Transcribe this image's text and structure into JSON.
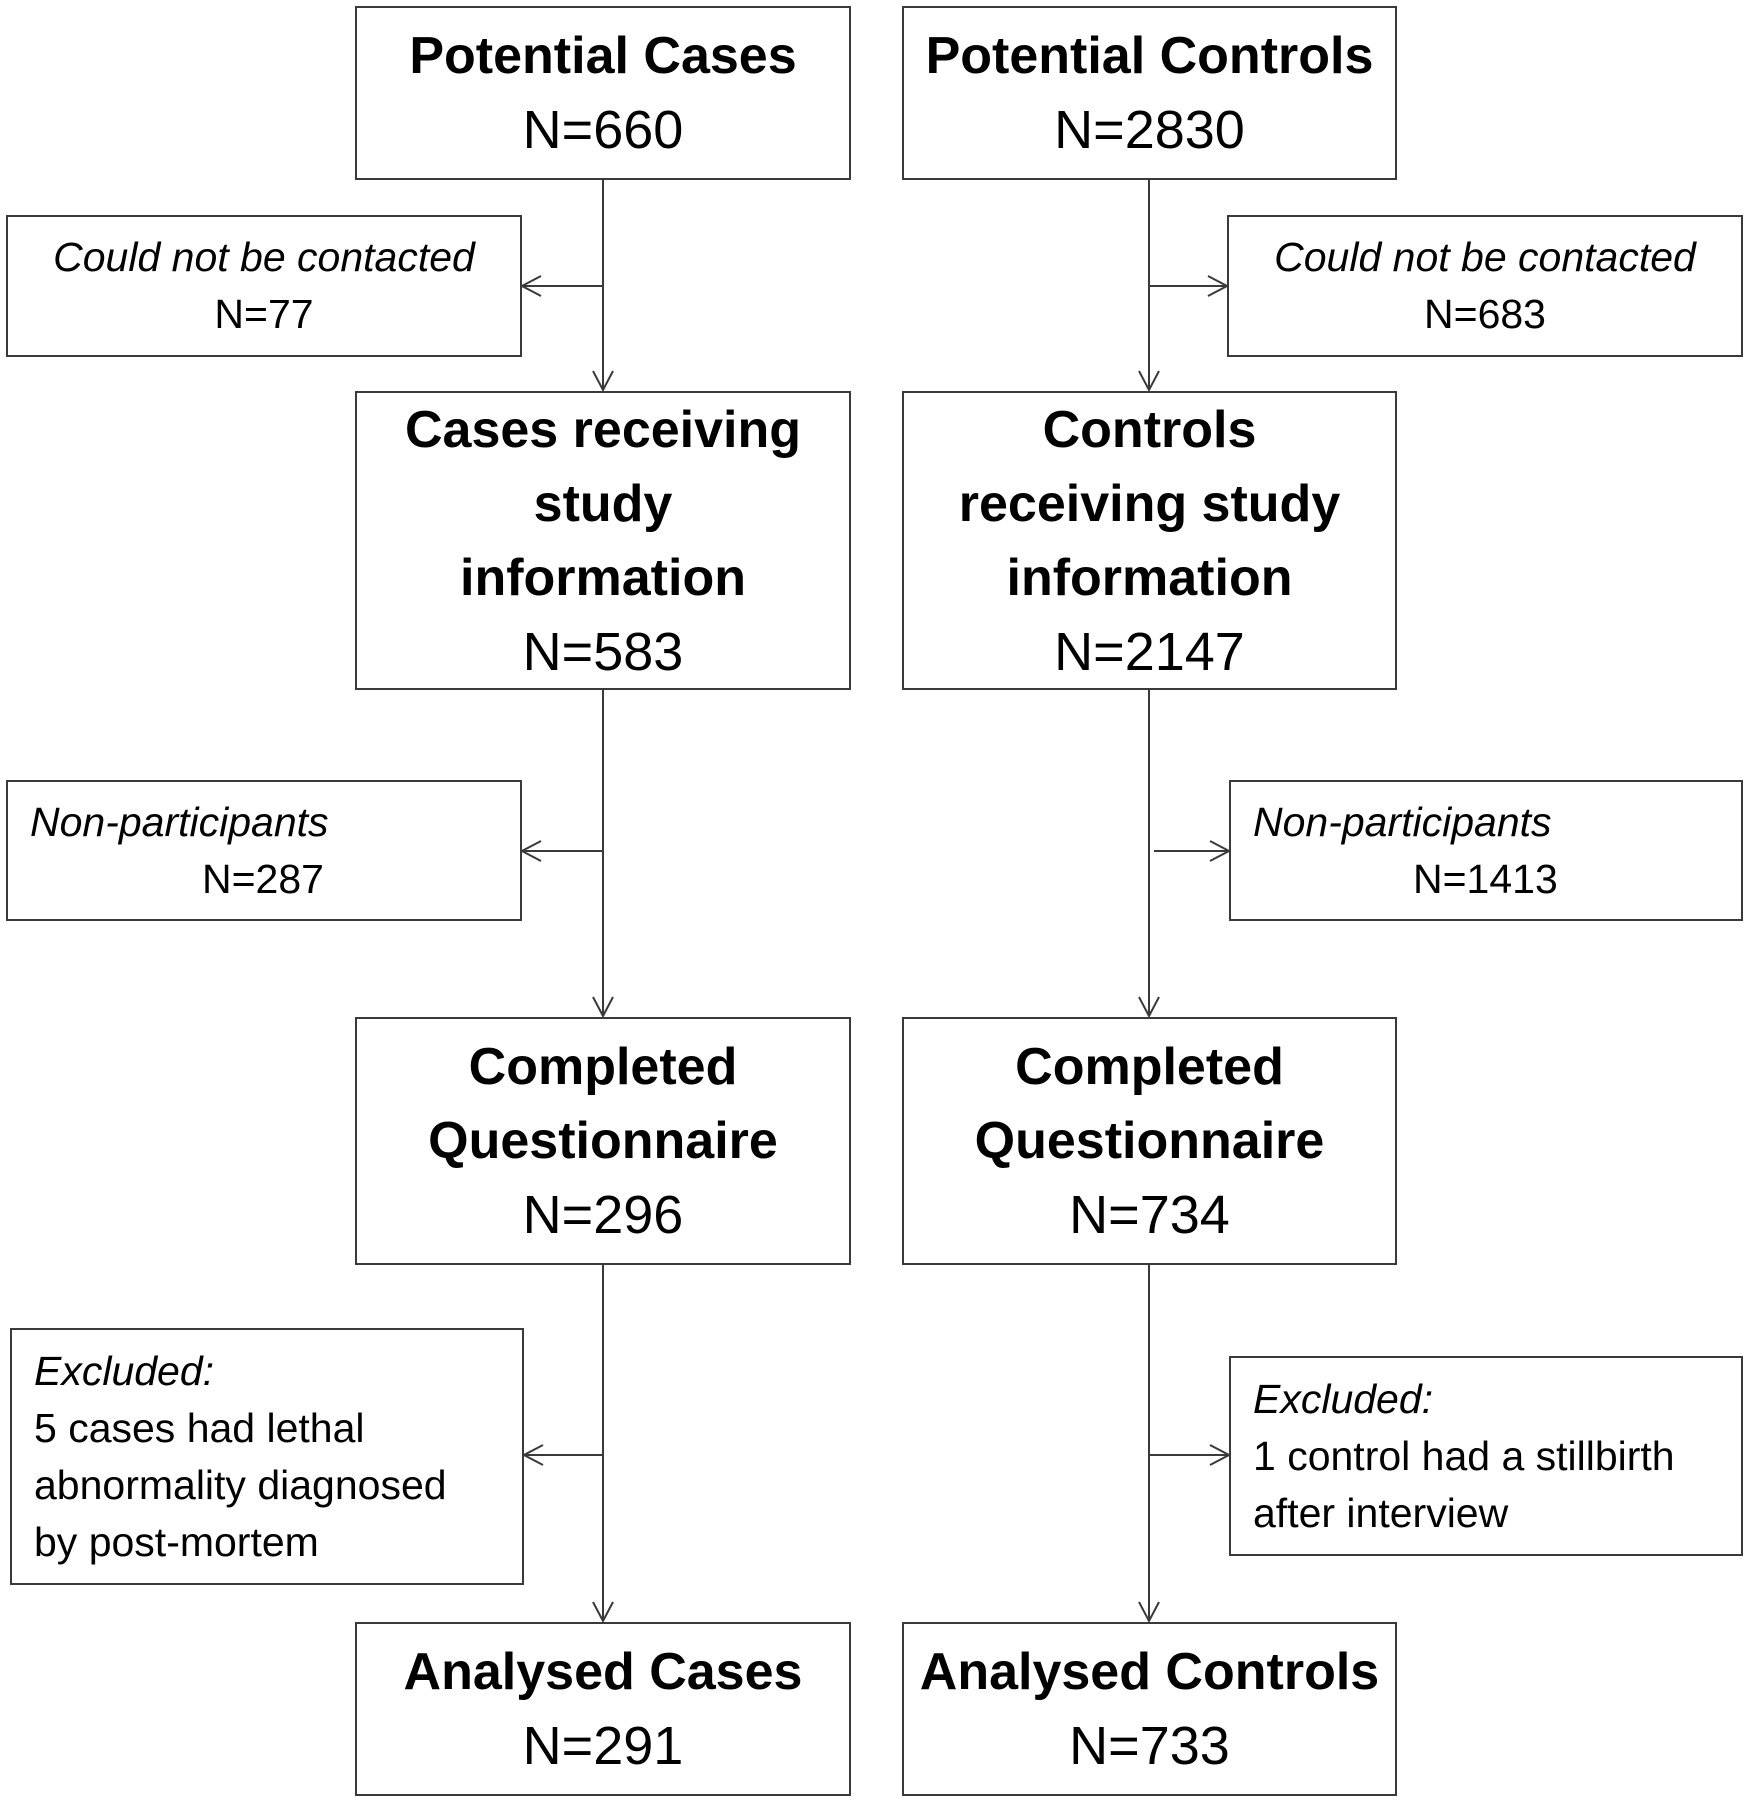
{
  "cases": {
    "potential": {
      "title": "Potential Cases",
      "n": "N=660"
    },
    "not_contacted": {
      "title": "Could not be contacted",
      "n": "N=77"
    },
    "receiving": {
      "title_lines": [
        "Cases receiving",
        "study",
        "information"
      ],
      "n": "N=583"
    },
    "non_participants": {
      "title": "Non-participants",
      "n": "N=287"
    },
    "completed": {
      "title_lines": [
        "Completed",
        "Questionnaire"
      ],
      "n": "N=296"
    },
    "excluded": {
      "title": "Excluded:",
      "detail_lines": [
        "5 cases had lethal",
        "abnormality diagnosed",
        "by post-mortem"
      ]
    },
    "analysed": {
      "title": "Analysed Cases",
      "n": "N=291"
    }
  },
  "controls": {
    "potential": {
      "title": "Potential Controls",
      "n": "N=2830"
    },
    "not_contacted": {
      "title": "Could not be contacted",
      "n": "N=683"
    },
    "receiving": {
      "title_lines": [
        "Controls",
        "receiving study",
        "information"
      ],
      "n": "N=2147"
    },
    "non_participants": {
      "title": "Non-participants",
      "n": "N=1413"
    },
    "completed": {
      "title_lines": [
        "Completed",
        "Questionnaire"
      ],
      "n": "N=734"
    },
    "excluded": {
      "title": "Excluded:",
      "detail_lines": [
        "1 control had a stillbirth",
        "after interview"
      ]
    },
    "analysed": {
      "title": "Analysed Controls",
      "n": "N=733"
    }
  }
}
